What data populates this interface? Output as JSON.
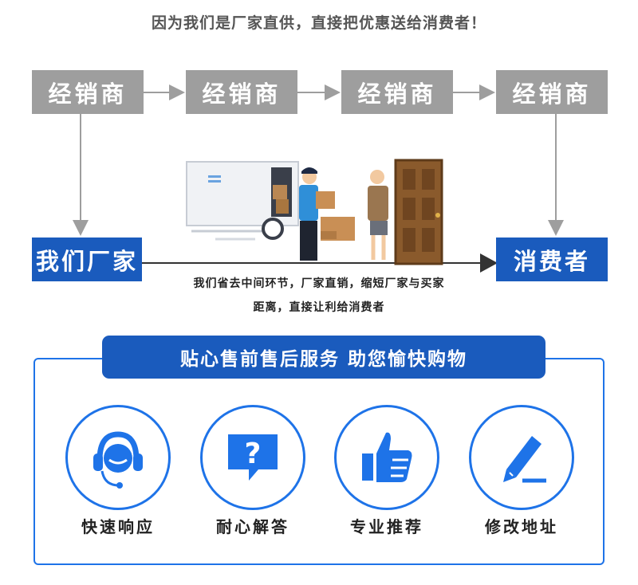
{
  "headline": "因为我们是厂家直供，直接把优惠送给消费者！",
  "chain": {
    "dealers": [
      "经销商",
      "经销商",
      "经销商",
      "经销商"
    ],
    "factory": "我们厂家",
    "consumer": "消费者",
    "caption_line1": "我们省去中间环节，厂家直销，缩短厂家与买家",
    "caption_line2": "距离，直接让利给消费者"
  },
  "services": {
    "title": "贴心售前售后服务  助您愉快购物",
    "items": [
      {
        "label": "快速响应",
        "icon": "headset-agent-icon"
      },
      {
        "label": "耐心解答",
        "icon": "question-bubble-icon"
      },
      {
        "label": "专业推荐",
        "icon": "thumbs-up-icon"
      },
      {
        "label": "修改地址",
        "icon": "pencil-edit-icon"
      }
    ]
  },
  "colors": {
    "brand_blue": "#1a5bbd",
    "icon_blue": "#1e73e8",
    "grey_box": "#9e9e9e"
  }
}
